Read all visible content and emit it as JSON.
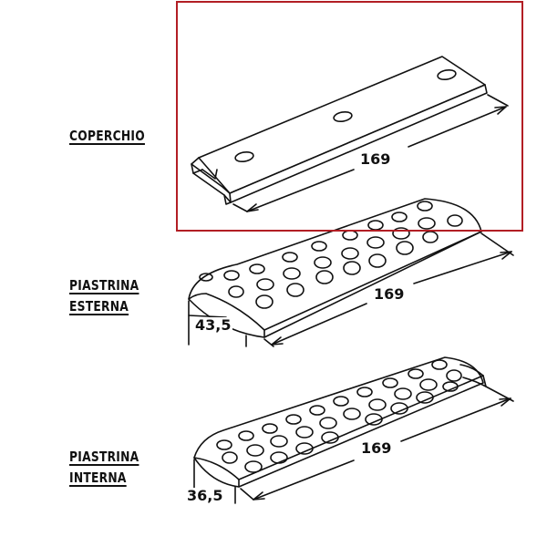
{
  "labels": {
    "coperchio": [
      "COPERCHIO"
    ],
    "piastrina_esterna": [
      "PIASTRINA",
      "ESTERNA"
    ],
    "piastrina_interna": [
      "PIASTRINA",
      "INTERNA"
    ]
  },
  "dimensions": {
    "coperchio_length": "169",
    "esterna_length": "169",
    "interna_length": "169",
    "esterna_width": "43,5",
    "interna_width": "36,5"
  },
  "highlight_color": "#b21e24"
}
